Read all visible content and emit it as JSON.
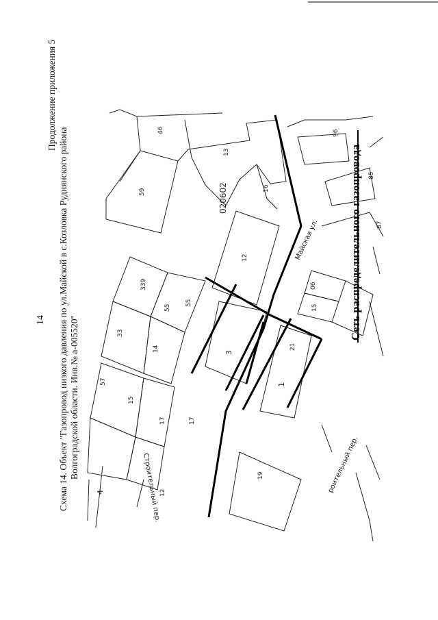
{
  "page": {
    "number": "14",
    "continuation": "Продолжение приложения 5",
    "caption_line1": "Схема 14. Объект \"Газопровод низкого давления по ул.Майской в с.Козловка Руднянского района",
    "caption_line2": "Волгоградской области. Инв.№ а-005520\""
  },
  "map": {
    "legend": "Сеть распределительного газопровода",
    "cadastral_block": "020602",
    "streets": {
      "mayskaya": "Майская ул.",
      "stroitelny_left": "Строительный пер.",
      "stroitelny_bottom": "роительный пер."
    },
    "parcels": {
      "p46": "46",
      "p59": "59",
      "p13": "13",
      "p16": "16",
      "p96": "96",
      "p85": "85",
      "p87": "87",
      "p12": "12",
      "p339": "339",
      "p55a": "55",
      "p55b": "55",
      "p33": "33",
      "p14": "14",
      "p3": "3",
      "p06": "06",
      "p15a": "15",
      "p57": "57",
      "p15b": "15",
      "p17a": "17",
      "p17b": "17",
      "p21": "21",
      "p1": "1",
      "p19": "19",
      "p4": "4",
      "p12b": "12"
    },
    "colors": {
      "gas_line": "#000000",
      "parcel_line": "#222222"
    }
  }
}
